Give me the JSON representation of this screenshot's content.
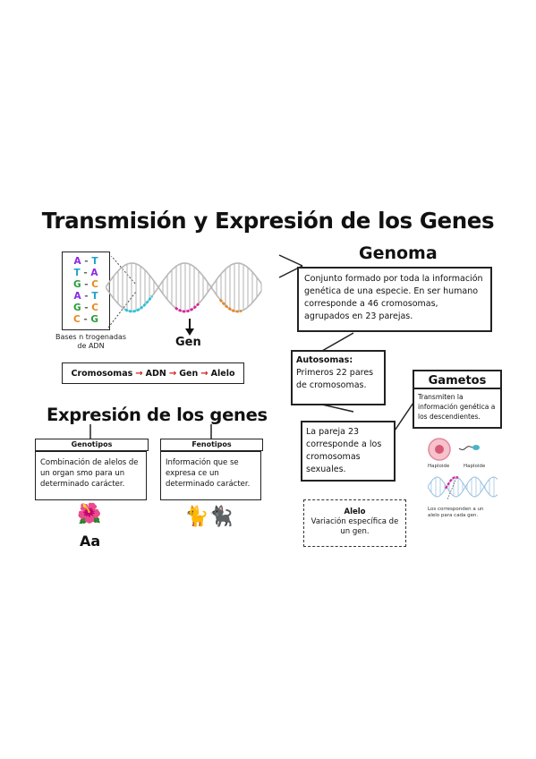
{
  "title": "Transmisión y Expresión de los Genes",
  "dna": {
    "pairs": [
      {
        "left": "A",
        "right": "T",
        "left_color": "#8a2be2",
        "right_color": "#1fa3c9"
      },
      {
        "left": "T",
        "right": "A",
        "left_color": "#1fa3c9",
        "right_color": "#8a2be2"
      },
      {
        "left": "G",
        "right": "C",
        "left_color": "#2b9c3a",
        "right_color": "#e8871e"
      },
      {
        "left": "A",
        "right": "T",
        "left_color": "#8a2be2",
        "right_color": "#1fa3c9"
      },
      {
        "left": "G",
        "right": "C",
        "left_color": "#2b9c3a",
        "right_color": "#e8871e"
      },
      {
        "left": "C",
        "right": "G",
        "left_color": "#e8871e",
        "right_color": "#2b9c3a"
      }
    ],
    "bases_label_line1": "Bases n trogenadas",
    "bases_label_line2": "de ADN",
    "gen_label": "Gen"
  },
  "chain": {
    "items": [
      "Cromosomas",
      "ADN",
      "Gen",
      "Alelo"
    ],
    "arrow": "→"
  },
  "expresion": {
    "heading": "Expresión de los genes",
    "genotipos_header": "Genotipos",
    "genotipos_text": "Combinación de alelos de un organ smo para un determinado carácter.",
    "genotipos_emoji": "🌺",
    "genotipos_sub": "Aa",
    "fenotipos_header": "Fenotipos",
    "fenotipos_text": "Información que se expresa ce un determinado carácter.",
    "fenotipos_emoji": "🐈🐈‍⬛"
  },
  "genoma": {
    "title": "Genoma",
    "text": "Conjunto formado por toda la información genética de una especie. En ser humano corresponde a 46 cromosomas, agrupados en 23 parejas.",
    "autosomas_label": "Autosomas:",
    "autosomas_text": "Primeros 22 pares de cromosomas.",
    "pareja_text": "La pareja 23 corresponde a los cromosomas sexuales."
  },
  "gametos": {
    "title": "Gametos",
    "text": "Transmiten la información genética a los descendientes.",
    "label_ovulo": "Haploide",
    "label_esperma": "Haploide",
    "dna_caption": "Los corresponden a un alelo para cada gen."
  },
  "alelo": {
    "title": "Alelo",
    "text": "Variación específica de un gen."
  },
  "colors": {
    "strand": "#b8b8b8",
    "cyan": "#1fc6e0",
    "magenta": "#e01fa0",
    "orange": "#e8871e",
    "arrow_red": "#d42020"
  }
}
